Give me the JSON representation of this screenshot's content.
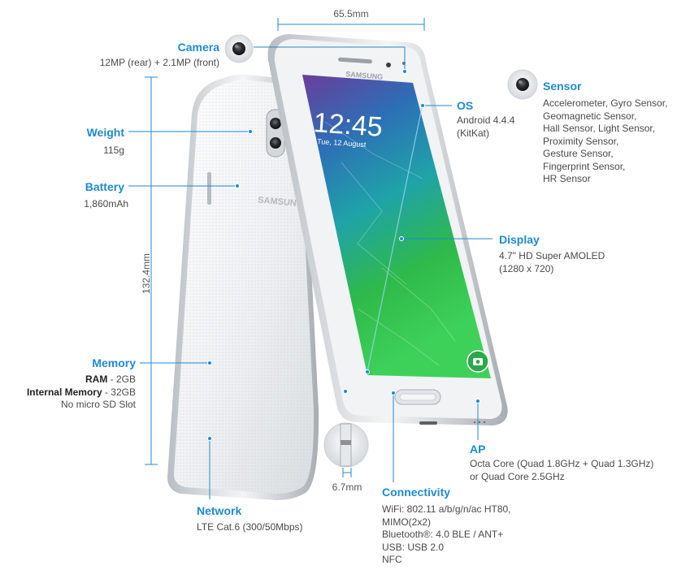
{
  "colors": {
    "accent": "#1f8ad2",
    "text": "#4a4a4a",
    "screen_green": "#2fb94a",
    "screen_purple": "#7a3fa0",
    "body_white": "#eceef0"
  },
  "dimensions": {
    "width": "65.5mm",
    "height": "132.4mm",
    "thickness": "6.7mm"
  },
  "camera": {
    "title": "Camera",
    "lines": [
      "12MP (rear) + 2.1MP (front)"
    ]
  },
  "weight": {
    "title": "Weight",
    "lines": [
      "115g"
    ]
  },
  "battery": {
    "title": "Battery",
    "lines": [
      "1,860mAh"
    ]
  },
  "memory": {
    "title": "Memory",
    "ram_label": "RAM",
    "ram_value": " - 2GB",
    "internal_label": "Internal Memory",
    "internal_value": " - 32GB",
    "note": "No micro SD Slot"
  },
  "network": {
    "title": "Network",
    "lines": [
      "LTE Cat.6 (300/50Mbps)"
    ]
  },
  "sensor": {
    "title": "Sensor",
    "lines": [
      "Accelerometer, Gyro Sensor,",
      "Geomagnetic Sensor,",
      "Hall Sensor, Light Sensor,",
      "Proximity Sensor,",
      "Gesture Sensor,",
      "Fingerprint Sensor,",
      "HR Sensor"
    ]
  },
  "os": {
    "title": "OS",
    "lines": [
      "Android 4.4.4",
      "(KitKat)"
    ]
  },
  "display": {
    "title": "Display",
    "lines": [
      "4.7\" HD Super AMOLED",
      "(1280 x 720)"
    ]
  },
  "ap": {
    "title": "AP",
    "lines": [
      "Octa Core (Quad 1.8GHz + Quad 1.3GHz)",
      "or Quad Core 2.5GHz"
    ]
  },
  "connectivity": {
    "title": "Connectivity",
    "lines": [
      "WiFi: 802.11 a/b/g/n/ac HT80,",
      "MIMO(2x2)",
      "Bluetooth®: 4.0 BLE / ANT+",
      "USB: USB 2.0",
      "NFC"
    ]
  },
  "phone": {
    "brand_back": "SAMSUNG",
    "brand_front": "SAMSUNG",
    "clock": "12:45",
    "date": "Tue, 12 August"
  }
}
